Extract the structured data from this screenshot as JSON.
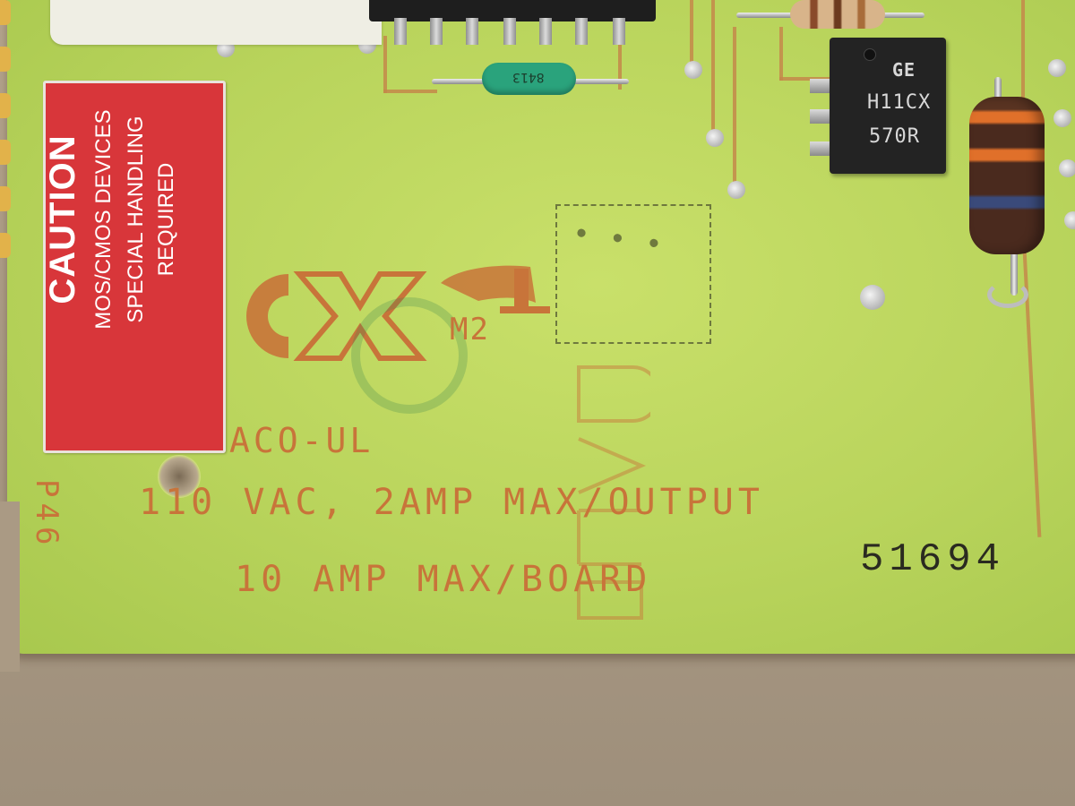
{
  "photo": {
    "subject": "circuit board",
    "caution_label": {
      "title": "CAUTION",
      "line1": "MOS/CMOS DEVICES",
      "line2": "SPECIAL HANDLING",
      "line3": "REQUIRED"
    },
    "silkscreen": {
      "code": "ACO-UL",
      "mark": "M2",
      "rating_line1": "110 VAC, 2AMP MAX/OUTPUT",
      "rating_line2": "10 AMP MAX/BOARD",
      "side_marking": "P46"
    },
    "serial_number": "51694",
    "optocoupler": {
      "manufacturer": "GE",
      "part_number": "H11CX",
      "code": "570R"
    },
    "small_resistor_marking": "8413",
    "colors": {
      "board": "#b9d45c",
      "caution_red": "#d8363a",
      "silkscreen": "#c8743a"
    }
  }
}
